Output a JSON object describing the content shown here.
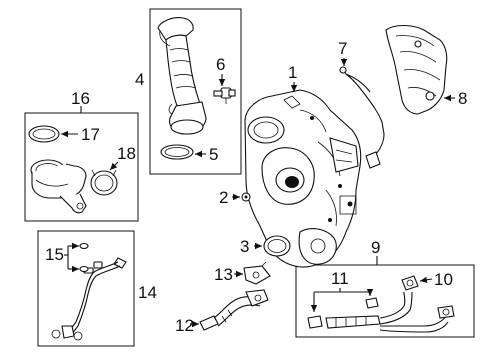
{
  "callouts": {
    "n1": "1",
    "n2": "2",
    "n3": "3",
    "n4": "4",
    "n5": "5",
    "n6": "6",
    "n7": "7",
    "n8": "8",
    "n9": "9",
    "n10": "10",
    "n11": "11",
    "n12": "12",
    "n13": "13",
    "n14": "14",
    "n15": "15",
    "n16": "16",
    "n17": "17",
    "n18": "18"
  },
  "icons": [
    "arrow-head",
    "leader-line"
  ],
  "colors": {
    "ink": "#111111",
    "background": "#ffffff"
  }
}
